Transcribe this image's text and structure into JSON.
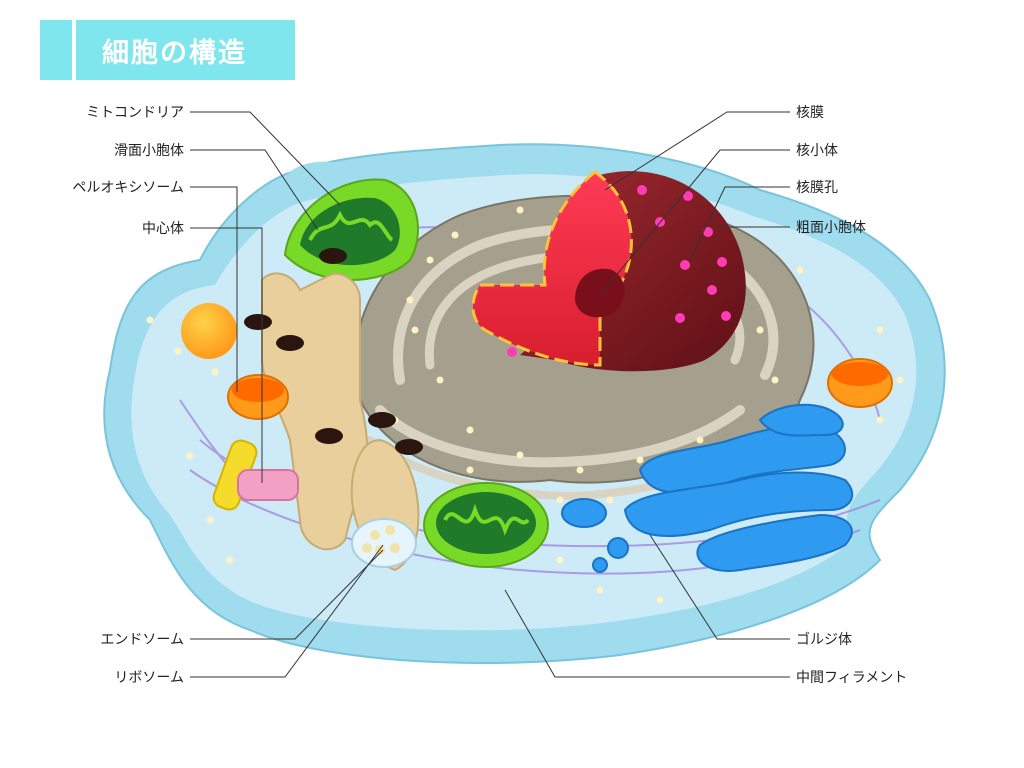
{
  "title": "細胞の構造",
  "labels": {
    "mitochondria": "ミトコンドリア",
    "smooth_er": "滑面小胞体",
    "peroxisome": "ペルオキシソーム",
    "centrosome": "中心体",
    "endosome": "エンドソーム",
    "ribosome": "リボソーム",
    "nuclear_envelope": "核膜",
    "nucleolus": "核小体",
    "nuclear_pore": "核膜孔",
    "rough_er": "粗面小胞体",
    "golgi": "ゴルジ体",
    "intermediate_filament": "中間フィラメント"
  },
  "colors": {
    "title_bg": "#7fe6ee",
    "cytoplasm": "#cdeaf7",
    "membrane": "#9fdcee",
    "er": "#a59f8d",
    "nucleus_cut": "#ee3344",
    "nucleus_shell": "#8a1a22",
    "mitochondria": "#79d927",
    "golgi": "#2f9bf0",
    "centrosome": "#f2a0c4",
    "smooth_er": "#e8cf9c",
    "peroxisome": "#ff9a1a"
  }
}
